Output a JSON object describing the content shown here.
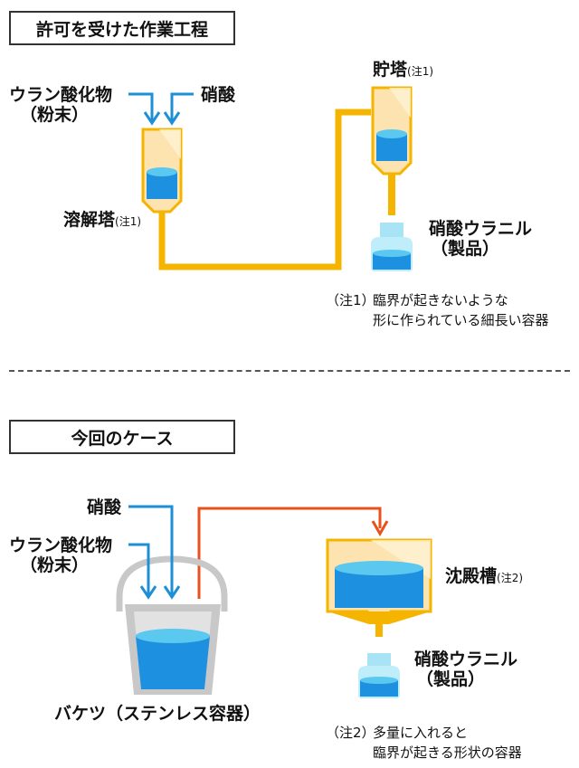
{
  "section1": {
    "title": "許可を受けた作業工程",
    "uranium_oxide_line1": "ウラン酸化物",
    "uranium_oxide_line2": "（粉末）",
    "nitric_acid": "硝酸",
    "dissolution_tower": "溶解塔",
    "dissolution_tower_note": "(注1)",
    "storage_tower": "貯塔",
    "storage_tower_note": "(注1)",
    "product_line1": "硝酸ウラニル",
    "product_line2": "（製品）",
    "note_marker": "（注1）",
    "note_line1": "臨界が起きないような",
    "note_line2": "形に作られている細長い容器"
  },
  "section2": {
    "title": "今回のケース",
    "nitric_acid": "硝酸",
    "uranium_oxide_line1": "ウラン酸化物",
    "uranium_oxide_line2": "（粉末）",
    "bucket": "バケツ（ステンレス容器）",
    "precipitation_tank": "沈殿槽",
    "precipitation_tank_note": "(注2)",
    "product_line1": "硝酸ウラニル",
    "product_line2": "（製品）",
    "note_marker": "（注2）",
    "note_line1": "多量に入れると",
    "note_line2": "臨界が起きる形状の容器"
  },
  "colors": {
    "pipe": "#f5b400",
    "flow_arrow": "#1e8fd6",
    "transfer_arrow": "#e8511c",
    "liquid": "#1e90e0",
    "liquid_top": "#5bc8f0",
    "vessel": "#fde3b0",
    "bucket": "#c8c8c8"
  }
}
